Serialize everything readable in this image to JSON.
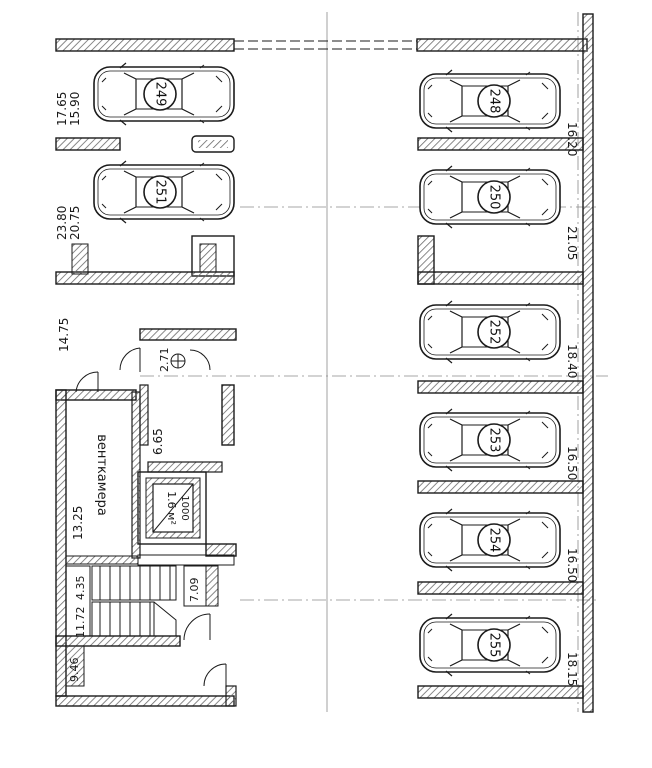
{
  "colors": {
    "line": "#1b1b1b",
    "hatch": "#6a6a6a",
    "thin": "#8a8a8a",
    "background": "#ffffff"
  },
  "left_spaces": [
    {
      "number": "249",
      "area": "15.90",
      "area2": "17.65"
    },
    {
      "number": "251",
      "area": "20.75",
      "area2": "23.80"
    }
  ],
  "right_spaces": [
    {
      "number": "248",
      "area": "16.20"
    },
    {
      "number": "250",
      "area": "21.05"
    },
    {
      "number": "252",
      "area": "18.40"
    },
    {
      "number": "253",
      "area": "16.50"
    },
    {
      "number": "254",
      "area": "16.50"
    },
    {
      "number": "255",
      "area": "18.15"
    }
  ],
  "rooms": {
    "ventkamera_label": "венткамера",
    "ventkamera_area": "13.25",
    "corridor_area": "14.75",
    "vestibule_area": "2.71",
    "room_area": "6.65",
    "shaft_label": "1.6 м²",
    "shaft_sublabel": "1000",
    "stair_area_1": "4.35",
    "stair_area_2": "7.09",
    "stair_area_3": "11.72",
    "stair_area_4": "9.46"
  }
}
